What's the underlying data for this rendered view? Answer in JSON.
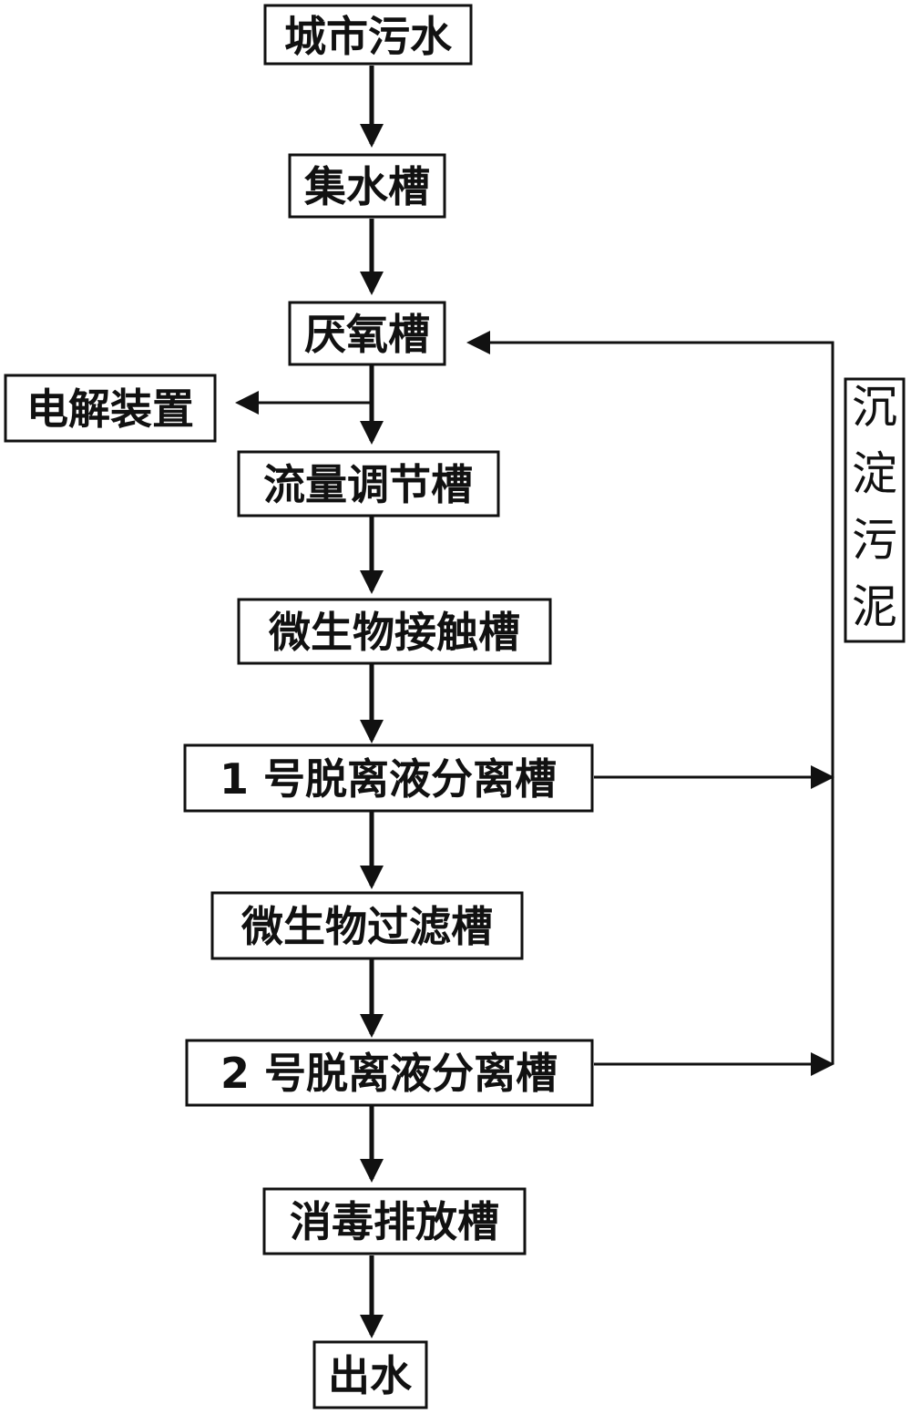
{
  "nodes": {
    "source": "城市污水",
    "collection_tank": "集水槽",
    "anaerobic_tank": "厌氧槽",
    "electrolysis_device": "电解装置",
    "flow_regulation_tank": "流量调节槽",
    "microbe_contact_tank": "微生物接触槽",
    "separation_tank_1": "1 号脱离液分离槽",
    "microbe_filter_tank": "微生物过滤槽",
    "separation_tank_2": "2 号脱离液分离槽",
    "disinfection_tank": "消毒排放槽",
    "effluent": "出水"
  },
  "side_label": [
    "沉",
    "淀",
    "污",
    "泥"
  ],
  "colors": {
    "line": "#111111",
    "box_fill": "#ffffff"
  }
}
